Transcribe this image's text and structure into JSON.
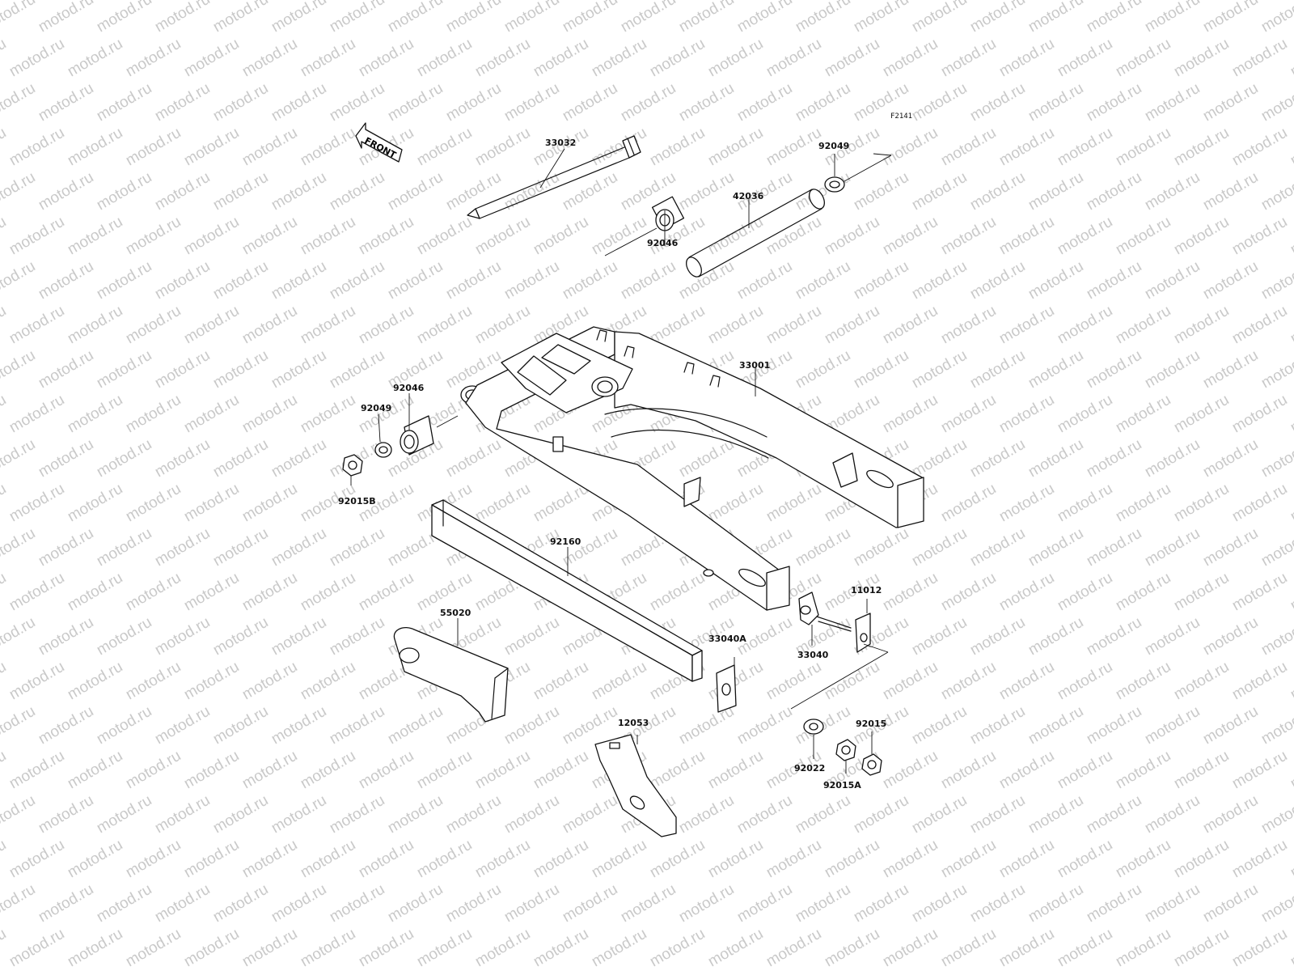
{
  "diagram": {
    "figure_id": "F2141",
    "front_label": "FRONT",
    "watermark": "motod.ru",
    "callouts": {
      "p33032": "33032",
      "p92049_top": "92049",
      "p42036": "42036",
      "p92046_top": "92046",
      "p33001": "33001",
      "p92046_left": "92046",
      "p92049_left": "92049",
      "p92015B": "92015B",
      "p92160": "92160",
      "p55020": "55020",
      "p33040A": "33040A",
      "p11012": "11012",
      "p33040": "33040",
      "p12053": "12053",
      "p92015": "92015",
      "p92022": "92022",
      "p92015A": "92015A"
    }
  }
}
